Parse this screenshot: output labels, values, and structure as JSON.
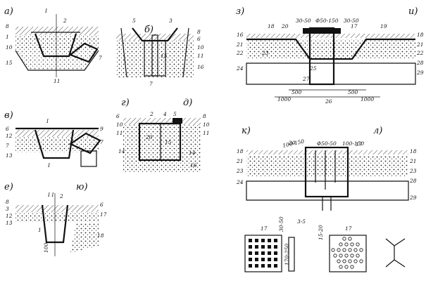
{
  "panel_labels": {
    "a": "а)",
    "b": "б)",
    "v": "в)",
    "g": "г)",
    "d": "д)",
    "e": "е)",
    "yu": "ю)",
    "z": "з)",
    "i": "и)",
    "k": "к)",
    "l": "л)"
  },
  "section_marks": {
    "top_a": "I",
    "top_v": "I",
    "bot_v": "I",
    "top_e": "I I"
  },
  "callouts": {
    "n1": "1",
    "n2": "2",
    "n3": "3",
    "n4": "4",
    "n5": "5",
    "n6": "6",
    "n7": "7",
    "n8": "8",
    "n9": "9",
    "n10": "10",
    "n11": "11",
    "n12": "12",
    "n13": "13",
    "n14": "14",
    "n15": "15",
    "n16": "16",
    "n17": "17",
    "n18": "18",
    "n19": "19",
    "n20": "20",
    "n21": "21",
    "n22": "22",
    "n23": "23",
    "n24": "24",
    "n25": "25",
    "n26": "26",
    "n27": "27",
    "n28": "28",
    "n29": "29"
  },
  "dimensions": {
    "d_30_50": "30-50",
    "d_phi_50_150": "Φ50-150",
    "d_500": "500",
    "d_1000": "1000",
    "d_100_150": "100-150",
    "d_phi50_50": "Φ50-50",
    "d_e_100": "100",
    "d_3_5": "3-5",
    "d_15_20": "15-20",
    "d_30_50v": "30-50",
    "d_170_250": "170-250"
  },
  "colors": {
    "ink": "#111111",
    "paper": "#ffffff",
    "hatch": "#444444"
  }
}
